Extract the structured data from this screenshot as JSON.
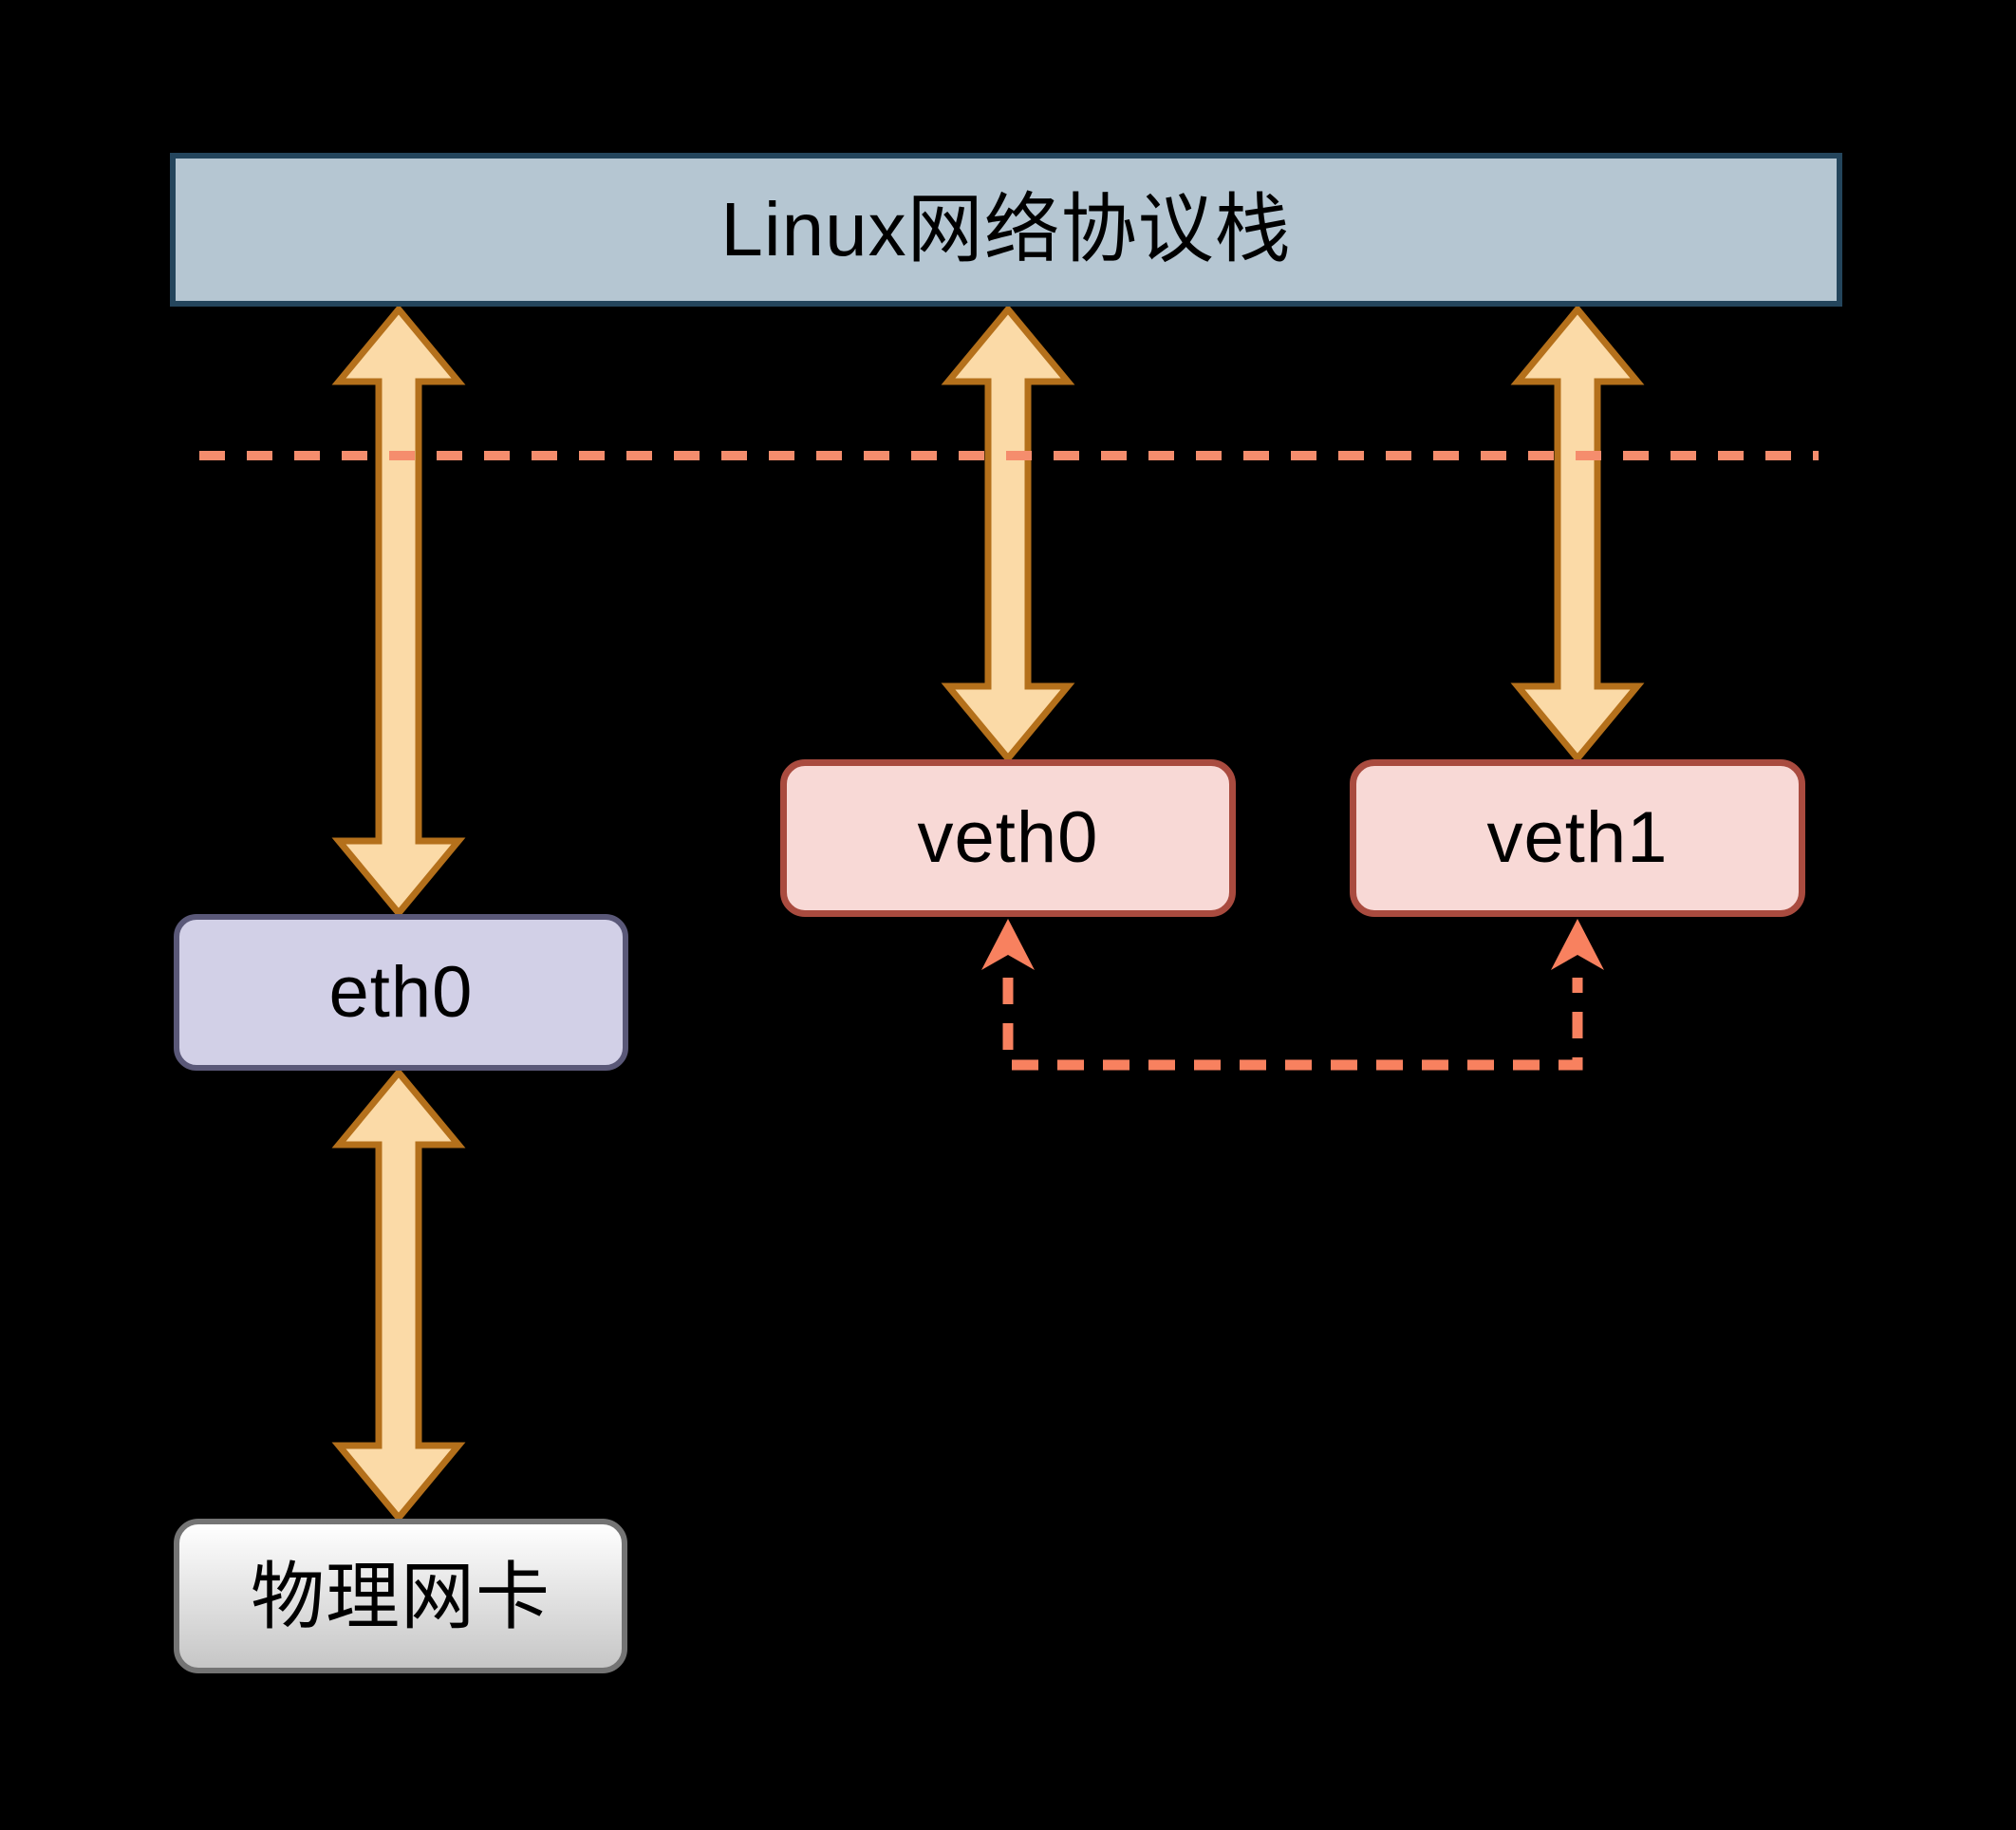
{
  "diagram": {
    "stack": {
      "label": "Linux网络协议栈"
    },
    "interfaces": {
      "eth0": {
        "label": "eth0"
      },
      "veth0": {
        "label": "veth0"
      },
      "veth1": {
        "label": "veth1"
      },
      "nic": {
        "label": "物理网卡"
      }
    },
    "connections": [
      {
        "from": "Linux网络协议栈",
        "to": "eth0",
        "style": "double-arrow"
      },
      {
        "from": "Linux网络协议栈",
        "to": "veth0",
        "style": "double-arrow"
      },
      {
        "from": "Linux网络协议栈",
        "to": "veth1",
        "style": "double-arrow"
      },
      {
        "from": "eth0",
        "to": "物理网卡",
        "style": "double-arrow"
      },
      {
        "from": "veth0",
        "to": "veth1",
        "style": "dashed-pair-link"
      }
    ],
    "colors": {
      "background": "#000000",
      "stack_fill": "#b5c6d2",
      "stack_border": "#24455c",
      "eth0_fill": "#d2d0e7",
      "eth0_border": "#5a5878",
      "veth_fill": "#f8d9d6",
      "veth_border": "#a94b3f",
      "nic_fill_top": "#ffffff",
      "nic_fill_bottom": "#c6c6c6",
      "nic_border": "#747474",
      "arrow_fill": "#fbdaa7",
      "arrow_border": "#b4701b",
      "divider_color": "#f58d6d",
      "veth_link_color": "#f8815f",
      "label_color": "#000000"
    }
  }
}
